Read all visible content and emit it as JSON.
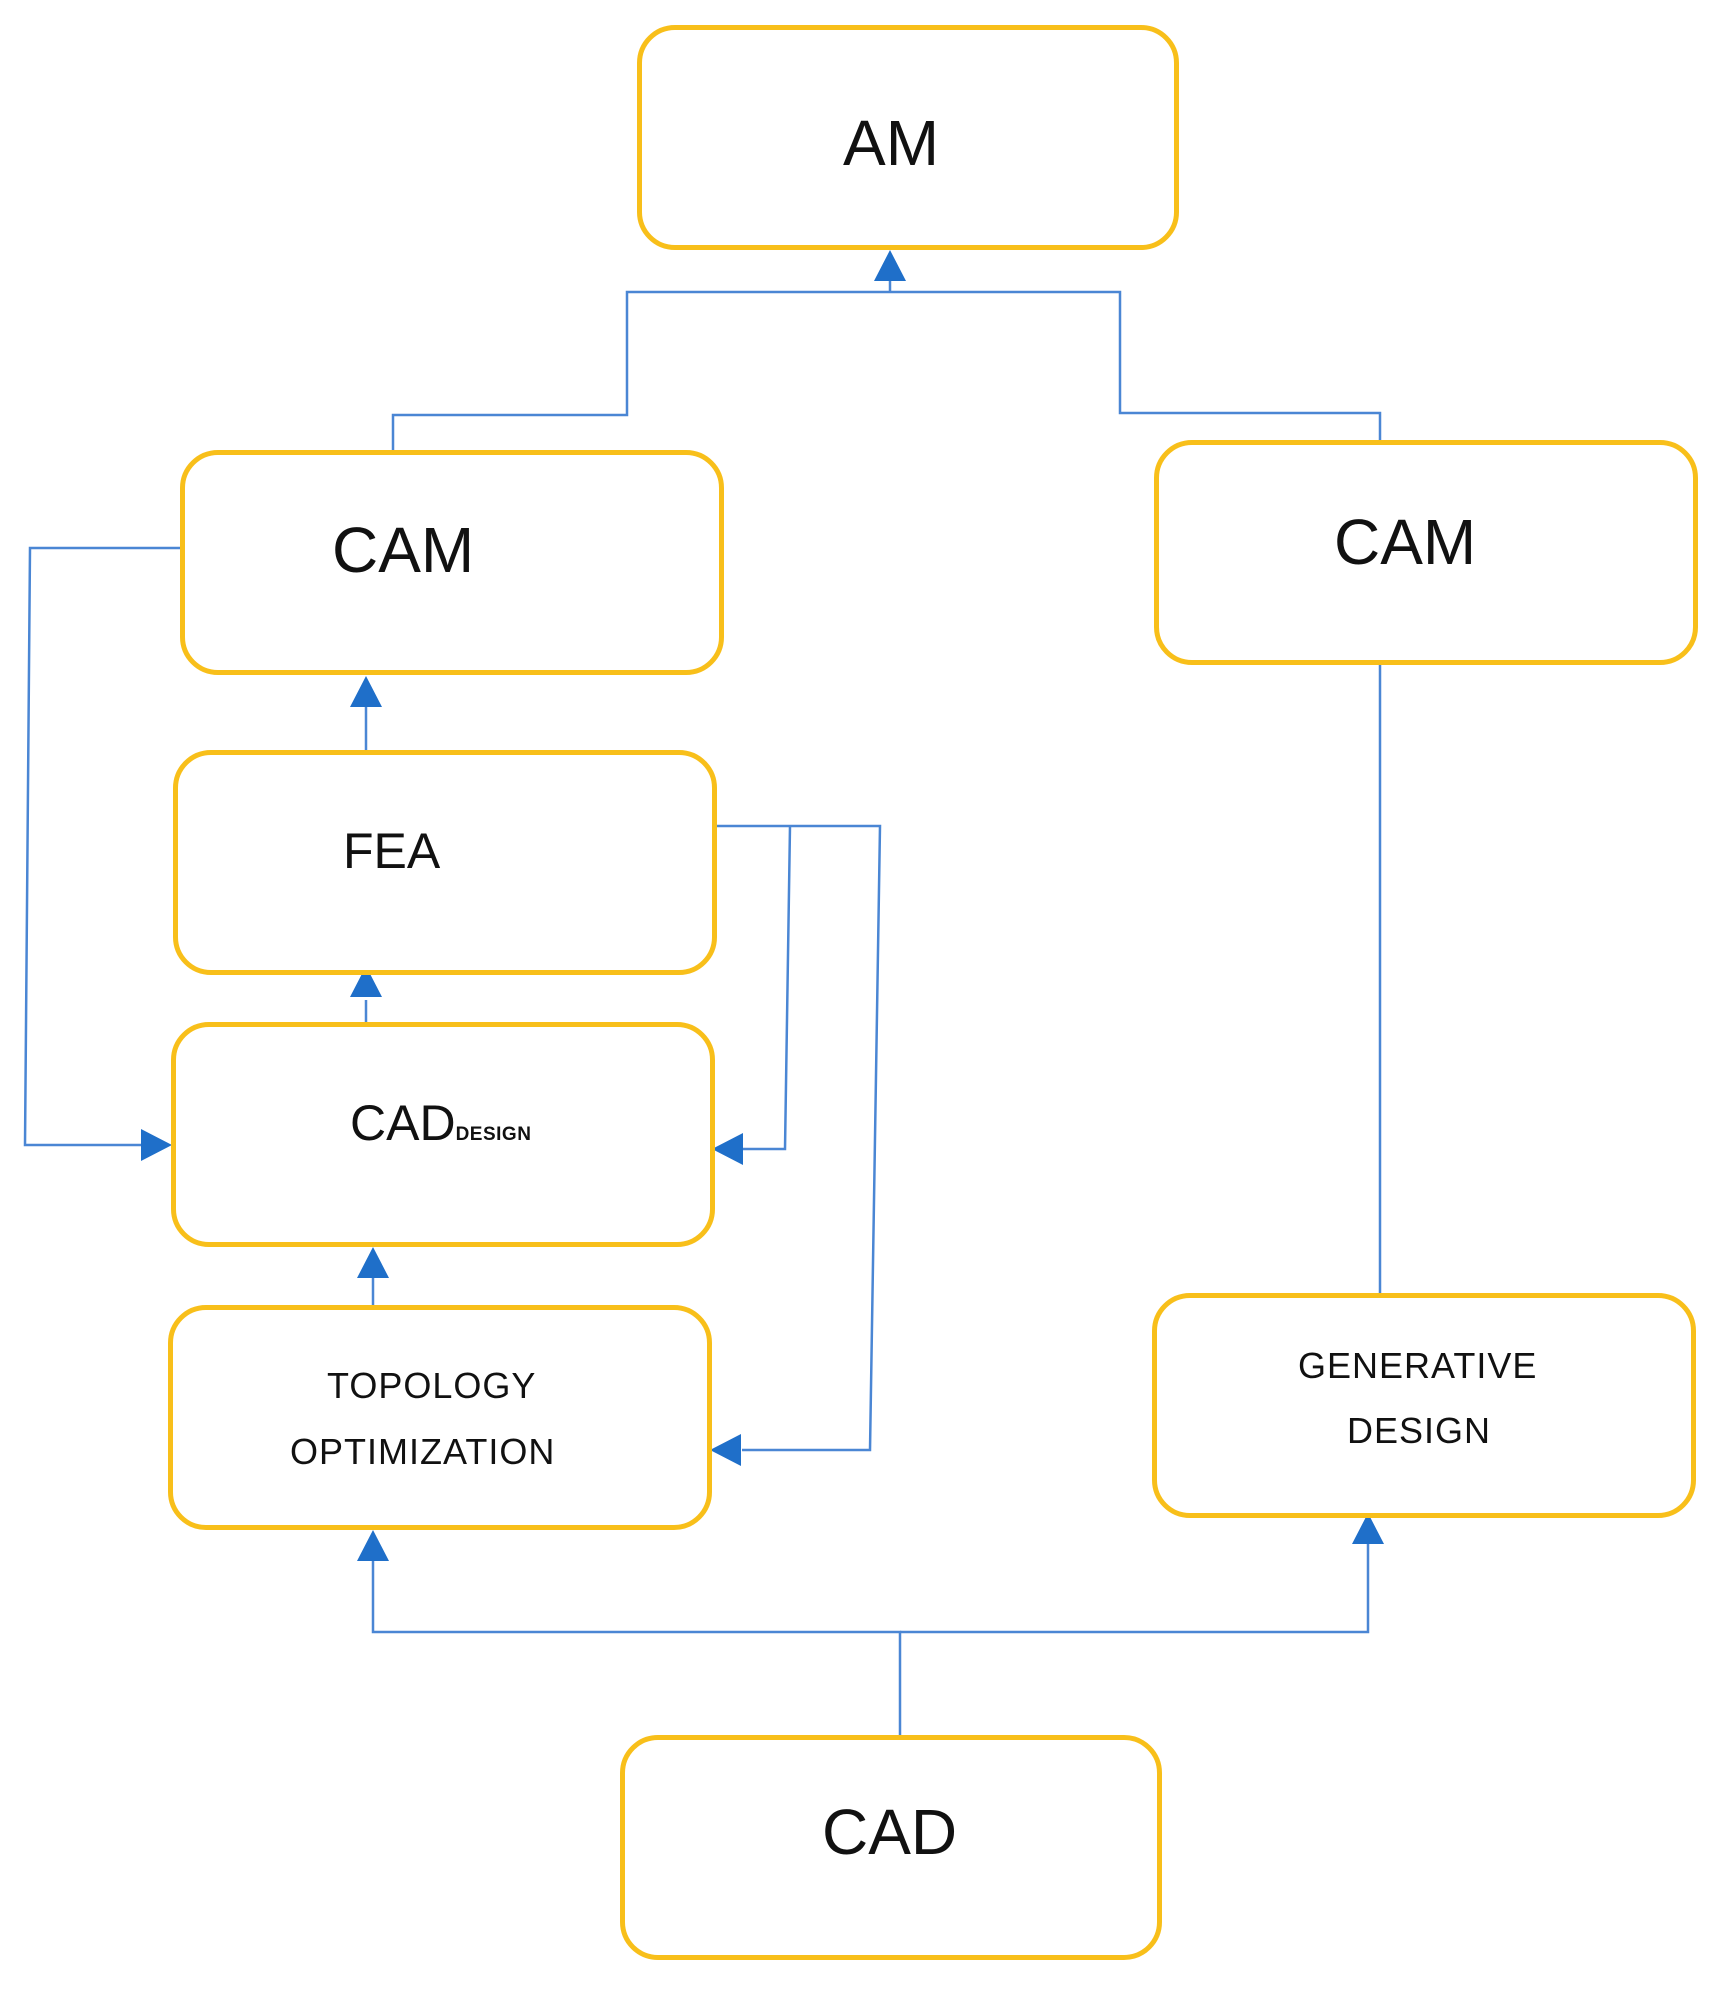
{
  "colors": {
    "box_border": "#f8bf1a",
    "connector": "#4a86d4",
    "arrowhead": "#1f6fc9",
    "text": "#111111"
  },
  "nodes": {
    "am": {
      "label": "AM"
    },
    "cam_left": {
      "label": "CAM"
    },
    "cam_right": {
      "label": "CAM"
    },
    "fea": {
      "label": "FEA"
    },
    "cad_design": {
      "label": "CAD",
      "subscript": "DESIGN"
    },
    "topology": {
      "line1": "TOPOLOGY",
      "line2": "OPTIMIZATION"
    },
    "generative": {
      "line1": "GENERATIVE",
      "line2": "DESIGN"
    },
    "cad": {
      "label": "CAD"
    }
  },
  "edges": [
    {
      "from": "cad",
      "to": "topology"
    },
    {
      "from": "cad",
      "to": "generative"
    },
    {
      "from": "topology",
      "to": "cad_design"
    },
    {
      "from": "cad_design",
      "to": "fea"
    },
    {
      "from": "fea",
      "to": "cam_left"
    },
    {
      "from": "fea",
      "to": "cad_design"
    },
    {
      "from": "fea",
      "to": "topology"
    },
    {
      "from": "cam_left",
      "to": "cad_design"
    },
    {
      "from": "cam_left",
      "to": "am"
    },
    {
      "from": "generative",
      "to": "cam_right"
    },
    {
      "from": "cam_right",
      "to": "am"
    }
  ]
}
